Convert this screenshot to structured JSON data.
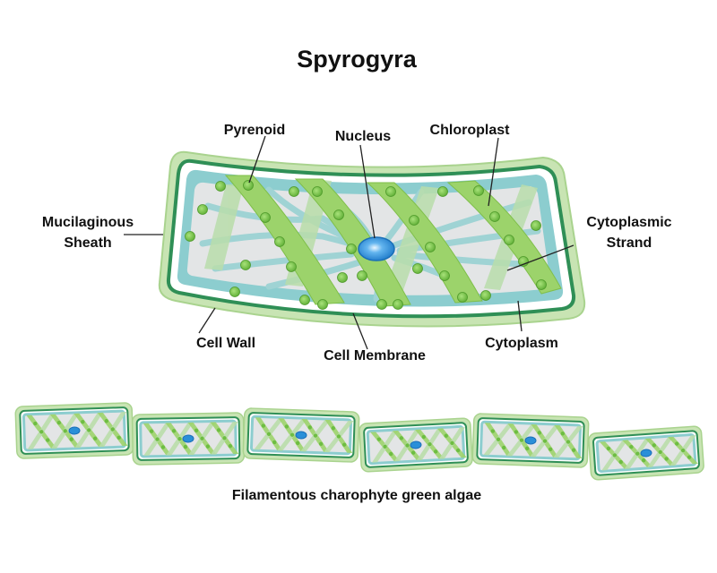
{
  "title": "Spyrogyra",
  "labels": {
    "pyrenoid": "Pyrenoid",
    "nucleus": "Nucleus",
    "chloroplast": "Chloroplast",
    "mucilaginous_sheath_line1": "Mucilaginous",
    "mucilaginous_sheath_line2": "Sheath",
    "cytoplasmic_strand_line1": "Cytoplasmic",
    "cytoplasmic_strand_line2": "Strand",
    "cell_wall": "Cell Wall",
    "cell_membrane": "Cell Membrane",
    "cytoplasm": "Cytoplasm"
  },
  "caption": "Filamentous charophyte green algae",
  "colors": {
    "sheath": "#c6e3b0",
    "cell_wall": "#2f8f56",
    "cytoplasm": "#8ccdcf",
    "vacuole": "#e3e5e6",
    "chloroplast": "#9cd36b",
    "pyrenoid": "#6ebd42",
    "nucleus": "#2a8fd8"
  }
}
